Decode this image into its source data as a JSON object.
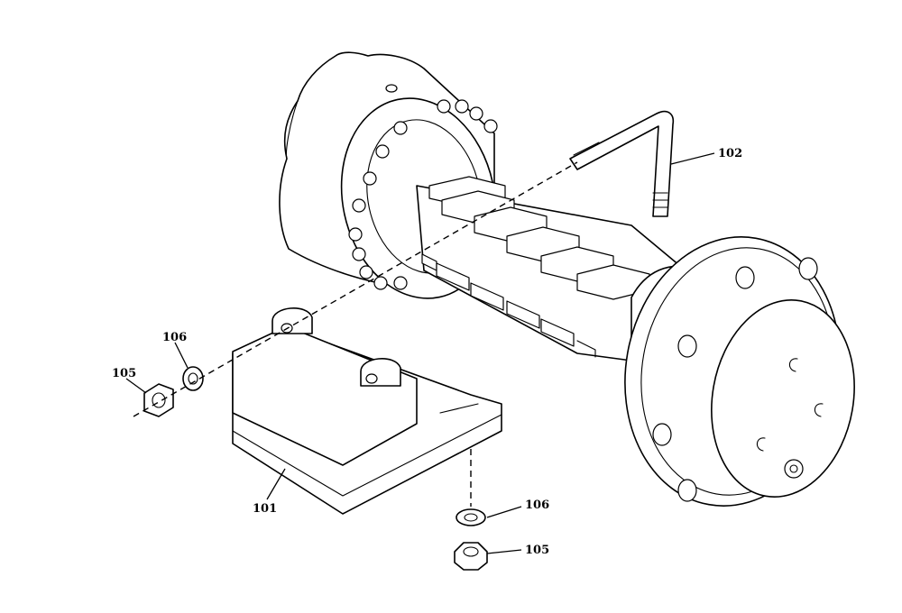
{
  "callouts": {
    "c101": "101",
    "c102": "102",
    "c105_left": "105",
    "c106_left": "106",
    "c105_bottom": "105",
    "c106_bottom": "106"
  },
  "colors": {
    "line": "#000000",
    "background": "#ffffff"
  }
}
